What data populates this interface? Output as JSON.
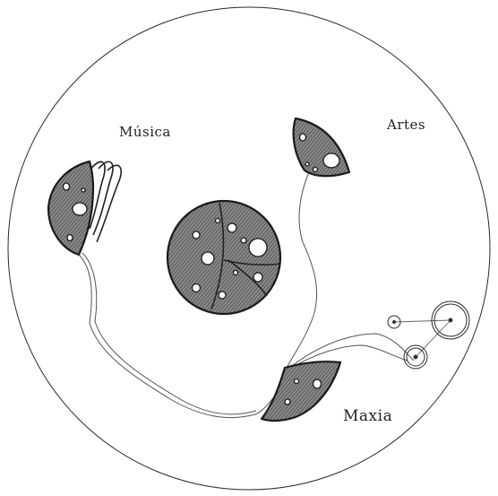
{
  "labels": {
    "musica": "Música",
    "artes": "Artes",
    "maxia": "Maxia"
  },
  "colors": {
    "ink": "#1a1a1a",
    "shading": "#7a7a7a",
    "paper": "#ffffff",
    "thread": "#555555"
  }
}
